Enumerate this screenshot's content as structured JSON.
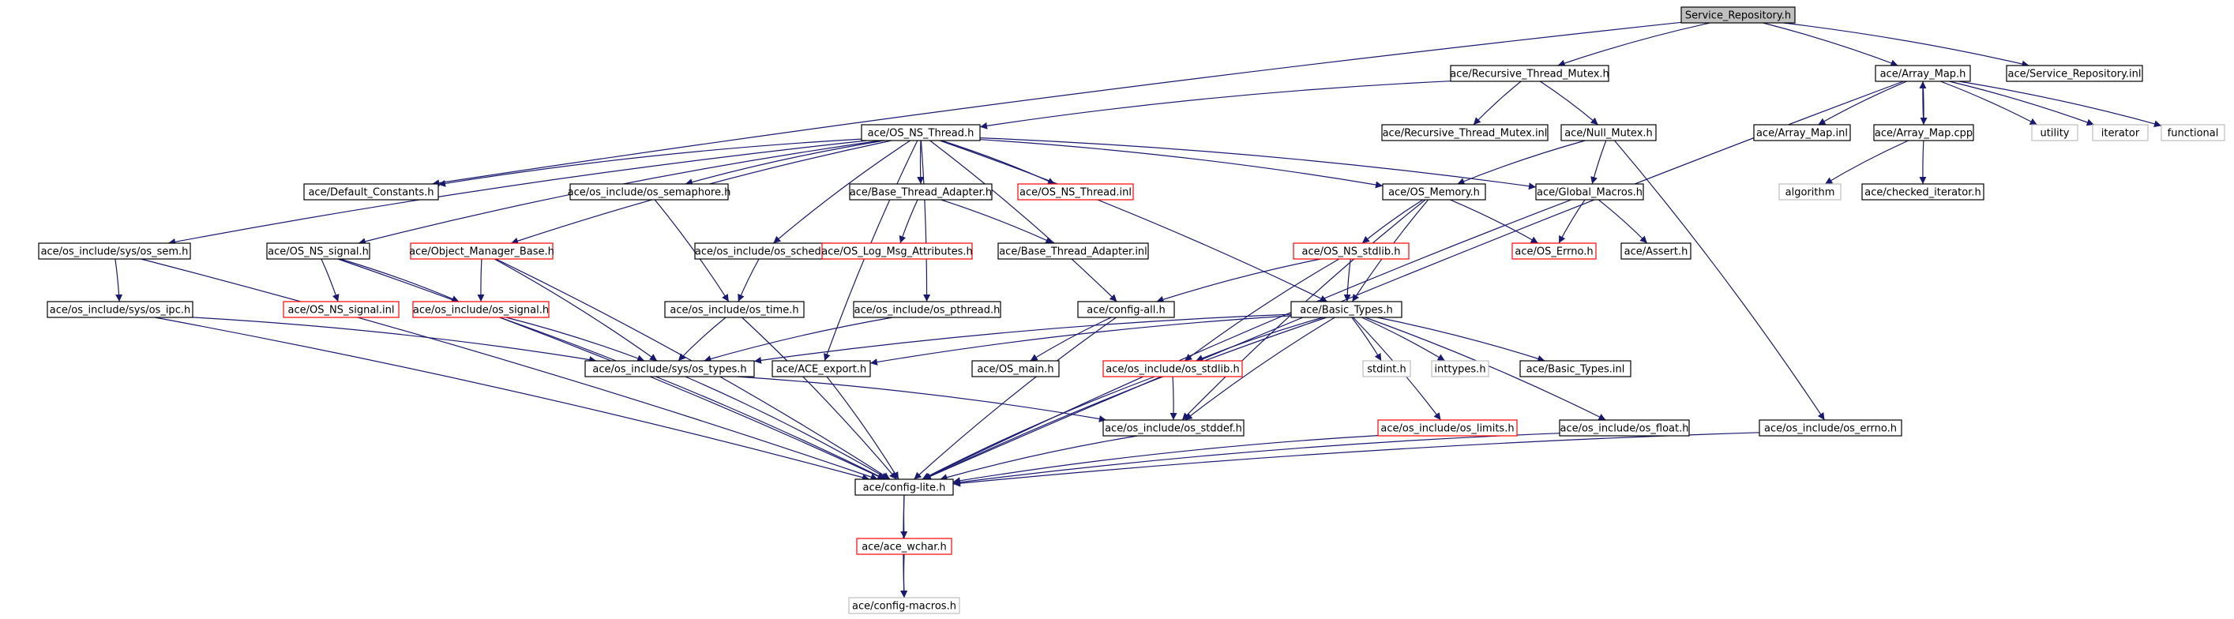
{
  "title": "Service_Repository.h",
  "node_kinds": {
    "root": {
      "fill": "#bfbfbf",
      "border": "#000000"
    },
    "normal": {
      "fill": "#ffffff",
      "border": "#000000"
    },
    "red": {
      "fill": "#ffffff",
      "border": "#ff0000"
    },
    "gray": {
      "fill": "#ffffff",
      "border": "#bfbfbf"
    }
  },
  "edge_color": "#191970",
  "nodes": [
    {
      "id": "svc",
      "label": "Service_Repository.h",
      "kind": "root"
    },
    {
      "id": "rtm",
      "label": "ace/Recursive_Thread_Mutex.h",
      "kind": "normal"
    },
    {
      "id": "amap",
      "label": "ace/Array_Map.h",
      "kind": "normal"
    },
    {
      "id": "sinl",
      "label": "ace/Service_Repository.inl",
      "kind": "normal"
    },
    {
      "id": "ost",
      "label": "ace/OS_NS_Thread.h",
      "kind": "normal"
    },
    {
      "id": "rtminl",
      "label": "ace/Recursive_Thread_Mutex.inl",
      "kind": "normal"
    },
    {
      "id": "nullm",
      "label": "ace/Null_Mutex.h",
      "kind": "normal"
    },
    {
      "id": "aminl",
      "label": "ace/Array_Map.inl",
      "kind": "normal"
    },
    {
      "id": "amcpp",
      "label": "ace/Array_Map.cpp",
      "kind": "normal"
    },
    {
      "id": "utility",
      "label": "utility",
      "kind": "gray"
    },
    {
      "id": "iterator",
      "label": "iterator",
      "kind": "gray"
    },
    {
      "id": "functional",
      "label": "functional",
      "kind": "gray"
    },
    {
      "id": "defc",
      "label": "ace/Default_Constants.h",
      "kind": "normal"
    },
    {
      "id": "sema",
      "label": "ace/os_include/os_semaphore.h",
      "kind": "normal"
    },
    {
      "id": "bta",
      "label": "ace/Base_Thread_Adapter.h",
      "kind": "normal"
    },
    {
      "id": "ostinl",
      "label": "ace/OS_NS_Thread.inl",
      "kind": "red"
    },
    {
      "id": "osmem",
      "label": "ace/OS_Memory.h",
      "kind": "normal"
    },
    {
      "id": "gm",
      "label": "ace/Global_Macros.h",
      "kind": "normal"
    },
    {
      "id": "algorithm",
      "label": "algorithm",
      "kind": "gray"
    },
    {
      "id": "chk",
      "label": "ace/checked_iterator.h",
      "kind": "normal"
    },
    {
      "id": "ossem",
      "label": "ace/os_include/sys/os_sem.h",
      "kind": "normal"
    },
    {
      "id": "oss",
      "label": "ace/OS_NS_signal.h",
      "kind": "normal"
    },
    {
      "id": "omb",
      "label": "ace/Object_Manager_Base.h",
      "kind": "red"
    },
    {
      "id": "sched",
      "label": "ace/os_include/os_sched.h",
      "kind": "normal"
    },
    {
      "id": "lma",
      "label": "ace/OS_Log_Msg_Attributes.h",
      "kind": "red"
    },
    {
      "id": "btainl",
      "label": "ace/Base_Thread_Adapter.inl",
      "kind": "normal"
    },
    {
      "id": "stdlibh",
      "label": "ace/OS_NS_stdlib.h",
      "kind": "red"
    },
    {
      "id": "errno",
      "label": "ace/OS_Errno.h",
      "kind": "red"
    },
    {
      "id": "assert",
      "label": "ace/Assert.h",
      "kind": "normal"
    },
    {
      "id": "ipc",
      "label": "ace/os_include/sys/os_ipc.h",
      "kind": "normal"
    },
    {
      "id": "ossinl",
      "label": "ace/OS_NS_signal.inl",
      "kind": "red"
    },
    {
      "id": "ossig",
      "label": "ace/os_include/os_signal.h",
      "kind": "red"
    },
    {
      "id": "ostime",
      "label": "ace/os_include/os_time.h",
      "kind": "normal"
    },
    {
      "id": "pthread",
      "label": "ace/os_include/os_pthread.h",
      "kind": "normal"
    },
    {
      "id": "cfgall",
      "label": "ace/config-all.h",
      "kind": "normal"
    },
    {
      "id": "bt",
      "label": "ace/Basic_Types.h",
      "kind": "normal"
    },
    {
      "id": "types",
      "label": "ace/os_include/sys/os_types.h",
      "kind": "normal"
    },
    {
      "id": "export",
      "label": "ace/ACE_export.h",
      "kind": "normal"
    },
    {
      "id": "osmain",
      "label": "ace/OS_main.h",
      "kind": "normal"
    },
    {
      "id": "ostdlib",
      "label": "ace/os_include/os_stdlib.h",
      "kind": "red"
    },
    {
      "id": "stdint",
      "label": "stdint.h",
      "kind": "gray"
    },
    {
      "id": "inttypes",
      "label": "inttypes.h",
      "kind": "gray"
    },
    {
      "id": "btinl",
      "label": "ace/Basic_Types.inl",
      "kind": "normal"
    },
    {
      "id": "stddef",
      "label": "ace/os_include/os_stddef.h",
      "kind": "normal"
    },
    {
      "id": "limits",
      "label": "ace/os_include/os_limits.h",
      "kind": "red"
    },
    {
      "id": "float",
      "label": "ace/os_include/os_float.h",
      "kind": "normal"
    },
    {
      "id": "oserrno",
      "label": "ace/os_include/os_errno.h",
      "kind": "normal"
    },
    {
      "id": "cfglite",
      "label": "ace/config-lite.h",
      "kind": "normal"
    },
    {
      "id": "wchar",
      "label": "ace/ace_wchar.h",
      "kind": "red"
    },
    {
      "id": "cfgmac",
      "label": "ace/config-macros.h",
      "kind": "gray"
    }
  ],
  "edges": [
    [
      "svc",
      "rtm"
    ],
    [
      "svc",
      "amap"
    ],
    [
      "svc",
      "sinl"
    ],
    [
      "svc",
      "defc"
    ],
    [
      "rtm",
      "ost"
    ],
    [
      "rtm",
      "rtminl"
    ],
    [
      "rtm",
      "nullm"
    ],
    [
      "amap",
      "aminl"
    ],
    [
      "amap",
      "amcpp"
    ],
    [
      "amap",
      "utility"
    ],
    [
      "amap",
      "iterator"
    ],
    [
      "amap",
      "functional"
    ],
    [
      "amap",
      "cfglite"
    ],
    [
      "amcpp",
      "amap"
    ],
    [
      "amcpp",
      "algorithm"
    ],
    [
      "amcpp",
      "chk"
    ],
    [
      "nullm",
      "osmem"
    ],
    [
      "nullm",
      "gm"
    ],
    [
      "nullm",
      "oserrno"
    ],
    [
      "ost",
      "defc"
    ],
    [
      "ost",
      "sema"
    ],
    [
      "ost",
      "bta"
    ],
    [
      "ost",
      "ostinl"
    ],
    [
      "ost",
      "osmem"
    ],
    [
      "ost",
      "gm"
    ],
    [
      "ost",
      "ossem"
    ],
    [
      "ost",
      "oss"
    ],
    [
      "ost",
      "omb"
    ],
    [
      "ost",
      "sched"
    ],
    [
      "ost",
      "pthread"
    ],
    [
      "ost",
      "cfgall"
    ],
    [
      "ost",
      "bt"
    ],
    [
      "ost",
      "export"
    ],
    [
      "sema",
      "ostime"
    ],
    [
      "bta",
      "lma"
    ],
    [
      "bta",
      "btainl"
    ],
    [
      "osmem",
      "stdlibh"
    ],
    [
      "osmem",
      "errno"
    ],
    [
      "osmem",
      "bt"
    ],
    [
      "osmem",
      "stddef"
    ],
    [
      "gm",
      "errno"
    ],
    [
      "gm",
      "assert"
    ],
    [
      "gm",
      "cfglite"
    ],
    [
      "ossem",
      "ipc"
    ],
    [
      "ossem",
      "cfglite"
    ],
    [
      "ipc",
      "types"
    ],
    [
      "ipc",
      "cfglite"
    ],
    [
      "oss",
      "ossinl"
    ],
    [
      "oss",
      "ossig"
    ],
    [
      "oss",
      "cfglite"
    ],
    [
      "omb",
      "ossig"
    ],
    [
      "omb",
      "types"
    ],
    [
      "omb",
      "cfglite"
    ],
    [
      "ossig",
      "types"
    ],
    [
      "ossig",
      "cfglite"
    ],
    [
      "sched",
      "ostime"
    ],
    [
      "ostime",
      "types"
    ],
    [
      "ostime",
      "cfglite"
    ],
    [
      "pthread",
      "types"
    ],
    [
      "stdlibh",
      "cfgall"
    ],
    [
      "stdlibh",
      "bt"
    ],
    [
      "stdlibh",
      "ostdlib"
    ],
    [
      "cfgall",
      "osmain"
    ],
    [
      "cfgall",
      "cfglite"
    ],
    [
      "bt",
      "types"
    ],
    [
      "bt",
      "export"
    ],
    [
      "bt",
      "ostdlib"
    ],
    [
      "bt",
      "stdint"
    ],
    [
      "bt",
      "inttypes"
    ],
    [
      "bt",
      "btinl"
    ],
    [
      "bt",
      "stddef"
    ],
    [
      "bt",
      "limits"
    ],
    [
      "bt",
      "float"
    ],
    [
      "bt",
      "cfglite"
    ],
    [
      "types",
      "stddef"
    ],
    [
      "types",
      "cfglite"
    ],
    [
      "export",
      "cfglite"
    ],
    [
      "ostdlib",
      "stddef"
    ],
    [
      "ostdlib",
      "cfglite"
    ],
    [
      "stddef",
      "cfglite"
    ],
    [
      "limits",
      "cfglite"
    ],
    [
      "float",
      "cfglite"
    ],
    [
      "oserrno",
      "cfglite"
    ],
    [
      "cfglite",
      "wchar"
    ],
    [
      "cfglite",
      "cfgmac"
    ],
    [
      "wchar",
      "cfgmac"
    ]
  ]
}
